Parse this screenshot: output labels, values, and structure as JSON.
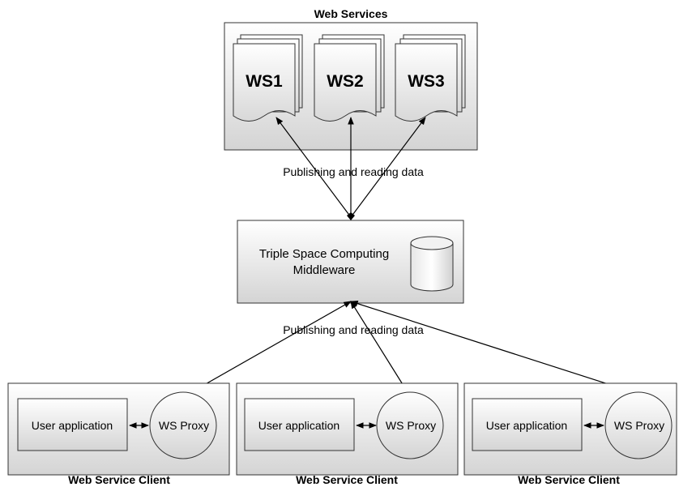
{
  "web_services": {
    "title": "Web Services",
    "services": [
      "WS1",
      "WS2",
      "WS3"
    ]
  },
  "upper_link_label": "Publishing and reading data",
  "middleware": {
    "line1": "Triple Space Computing",
    "line2": "Middleware"
  },
  "lower_link_label": "Publishing and reading data",
  "clients": [
    {
      "title": "Web Service Client",
      "app_label": "User application",
      "proxy_label": "WS Proxy"
    },
    {
      "title": "Web Service Client",
      "app_label": "User application",
      "proxy_label": "WS Proxy"
    },
    {
      "title": "Web Service Client",
      "app_label": "User application",
      "proxy_label": "WS Proxy"
    }
  ],
  "colors": {
    "panel_light": "#ffffff",
    "panel_dark": "#d6d6d6",
    "stroke": "#333333"
  }
}
